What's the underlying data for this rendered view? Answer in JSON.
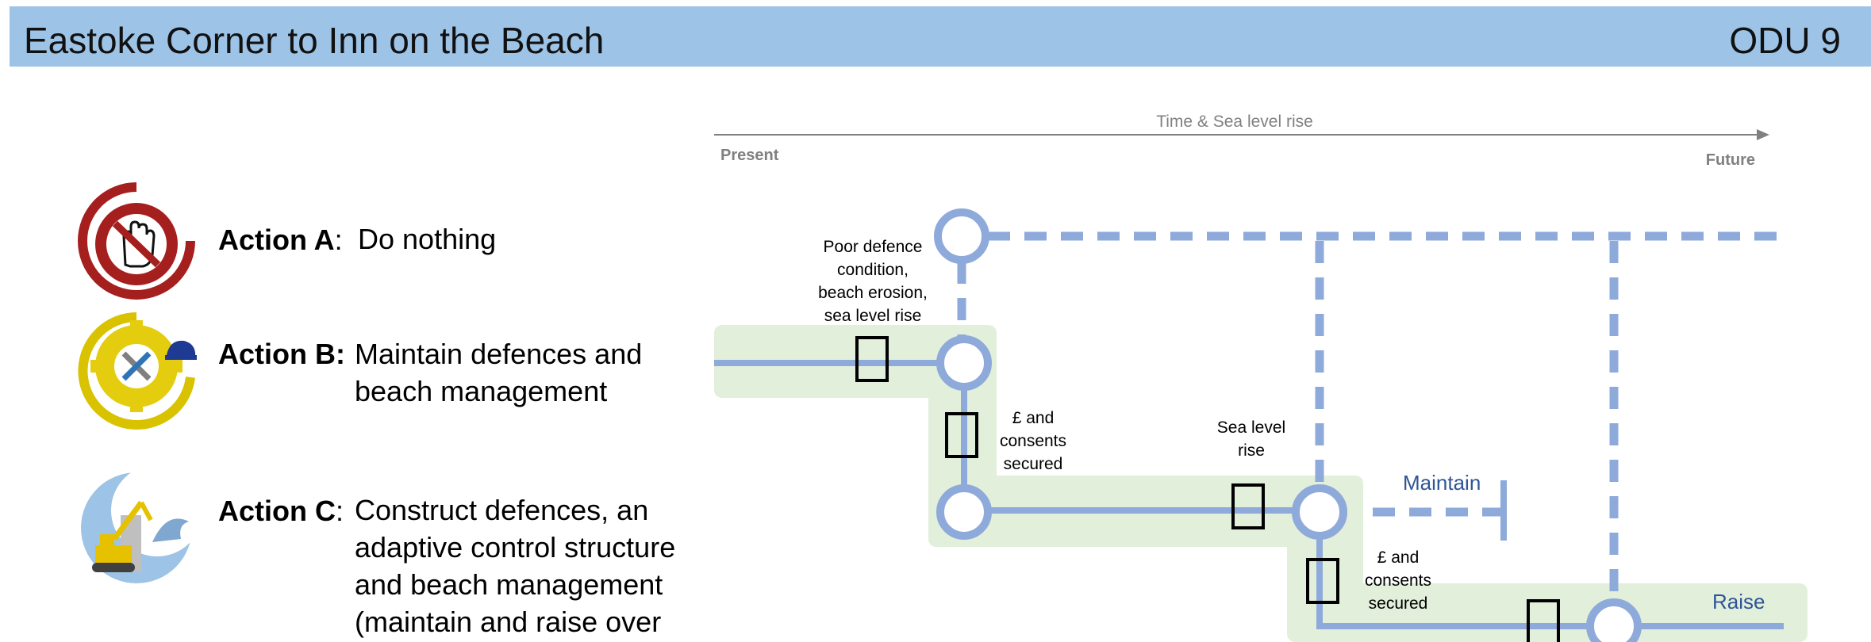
{
  "header": {
    "title": "Eastoke Corner to Inn on the Beach",
    "unit": "ODU 9"
  },
  "actions": [
    {
      "label": "Action A",
      "separator": ":",
      "lines": [
        "Do nothing"
      ],
      "icon": "do-nothing-hand-icon"
    },
    {
      "label": "Action B:",
      "separator": "",
      "lines": [
        "Maintain defences and",
        "beach management"
      ],
      "icon": "maintain-gear-icon"
    },
    {
      "label": "Action C",
      "separator": ":",
      "lines": [
        "Construct defences, an",
        "adaptive control structure",
        "and beach management",
        "(maintain and raise over"
      ],
      "icon": "construct-excavator-icon"
    }
  ],
  "diagram": {
    "axis_label": "Time & Sea level rise",
    "present_label": "Present",
    "future_label": "Future",
    "trigger_poor": [
      "Poor defence",
      "condition,",
      "beach erosion,",
      "sea level rise"
    ],
    "trigger_funds_1": [
      "£ and",
      "consents",
      "secured"
    ],
    "trigger_sea_level": [
      "Sea level",
      "rise"
    ],
    "trigger_funds_2": [
      "£ and",
      "consents",
      "secured"
    ],
    "path_maintain": "Maintain",
    "path_raise": "Raise"
  },
  "colors": {
    "header_bg": "#9dc3e6",
    "path_line": "#8eaadb",
    "highlight": "#e2efda",
    "path_label": "#2f5597",
    "axis": "#808080"
  }
}
